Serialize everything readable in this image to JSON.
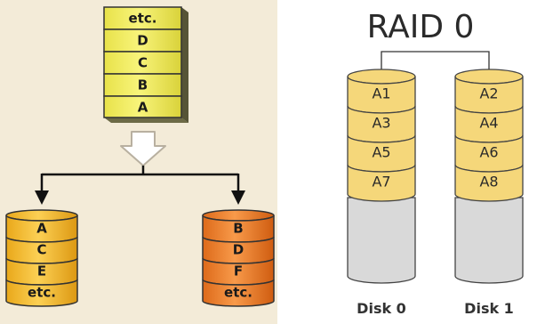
{
  "left_diagram": {
    "source_stack": [
      "etc.",
      "D",
      "C",
      "B",
      "A"
    ],
    "left_disk": [
      "A",
      "C",
      "E",
      "etc."
    ],
    "right_disk": [
      "B",
      "D",
      "F",
      "etc."
    ],
    "colors": {
      "background": "#f3ebd8",
      "source_block": "#f5f06a",
      "left_disk": "#f7c234",
      "right_disk": "#f0822e"
    }
  },
  "right_diagram": {
    "title": "RAID 0",
    "disk0": {
      "label": "Disk 0",
      "blocks": [
        "A1",
        "A3",
        "A5",
        "A7"
      ]
    },
    "disk1": {
      "label": "Disk 1",
      "blocks": [
        "A2",
        "A4",
        "A6",
        "A8"
      ]
    },
    "colors": {
      "block": "#f5d77a",
      "empty": "#d9d9d9"
    }
  }
}
